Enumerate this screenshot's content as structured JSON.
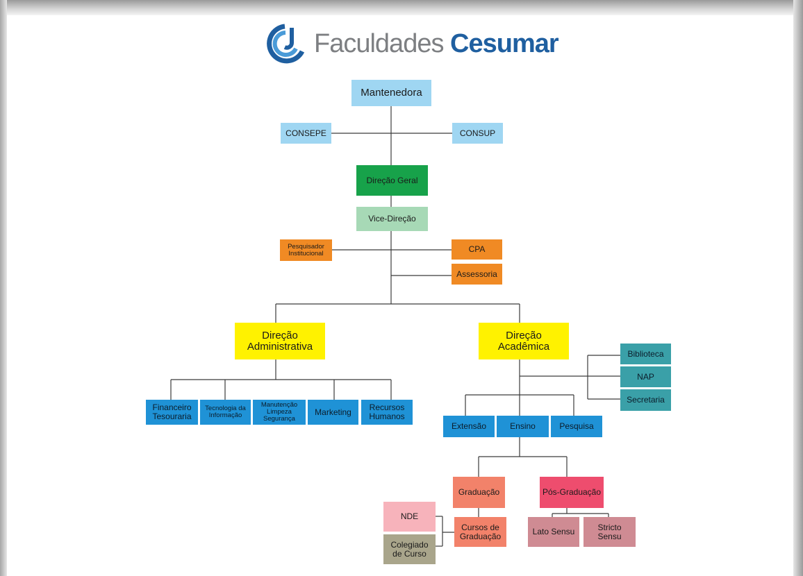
{
  "logo": {
    "brand_regular": "Faculdades",
    "brand_bold": "Cesumar",
    "brand_color": "#1f5fa0"
  },
  "org": {
    "mantenedora": "Mantenedora",
    "consepe": "CONSEPE",
    "consup": "CONSUP",
    "direcao_geral": "Direção Geral",
    "vice_direcao": "Vice-Direção",
    "pesquisador": [
      "Pesquisador",
      "Institucional"
    ],
    "cpa": "CPA",
    "assessoria": "Assessoria",
    "direcao_administrativa": [
      "Direção",
      "Administrativa"
    ],
    "direcao_academica": [
      "Direção",
      "Acadêmica"
    ],
    "financeiro": [
      "Financeiro",
      "Tesouraria"
    ],
    "tecnologia": [
      "Tecnologia da",
      "Informação"
    ],
    "manutencao": [
      "Manutenção",
      "Limpeza",
      "Segurança"
    ],
    "marketing": "Marketing",
    "recursos_humanos": [
      "Recursos",
      "Humanos"
    ],
    "biblioteca": "Biblioteca",
    "nap": "NAP",
    "secretaria": "Secretaria",
    "extensao": "Extensão",
    "ensino": "Ensino",
    "pesquisa": "Pesquisa",
    "graduacao": "Graduação",
    "pos_graduacao": "Pós-Graduação",
    "nde": "NDE",
    "cursos_graduacao": [
      "Cursos de",
      "Graduação"
    ],
    "colegiado": [
      "Colegiado",
      "de Curso"
    ],
    "lato_sensu": "Lato Sensu",
    "stricto_sensu": [
      "Stricto",
      "Sensu"
    ]
  },
  "colors": {
    "council": "#9fd6f2",
    "direcao_geral": "#17a24a",
    "vice_direcao": "#a7d9b6",
    "advisory": "#f08a24",
    "directorates": "#fff200",
    "departments": "#1f92d6",
    "support": "#3aa0a8",
    "graduacao": "#f2826a",
    "pos_graduacao": "#ee4d6e",
    "nde": "#f7b3bb",
    "sensu": "#cf8b93",
    "colegiado": "#a9a58b"
  }
}
